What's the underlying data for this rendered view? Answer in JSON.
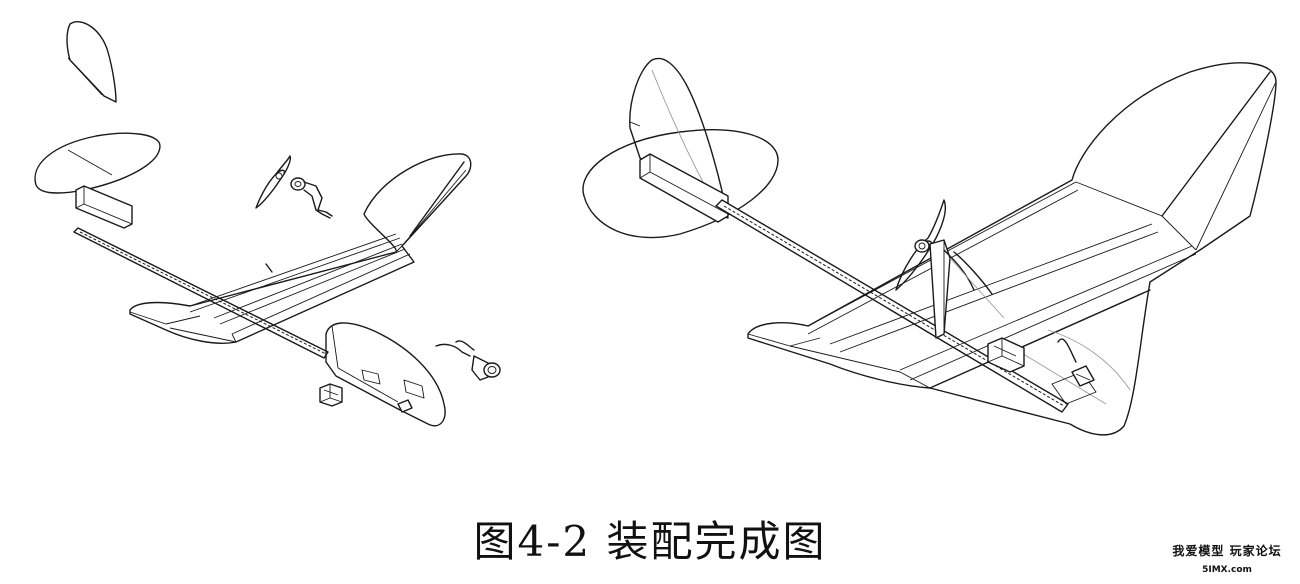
{
  "figure": {
    "caption": "图4-2 装配完成图",
    "watermark": {
      "line1": "我爱模型 玩家论坛",
      "line2": "5IMX.com"
    }
  },
  "views": [
    {
      "id": "exploded",
      "parts": [
        "vertical-fin",
        "horizontal-stabilizer",
        "stabilizer-mount",
        "propeller",
        "motor-mount",
        "fuselage-boom",
        "main-wing",
        "wing-root-plate",
        "servo",
        "motor"
      ]
    },
    {
      "id": "assembled",
      "parts": [
        "tail-assembly",
        "fuselage-boom",
        "main-wing",
        "propeller",
        "motor-pylon",
        "servo",
        "motor"
      ]
    }
  ],
  "colors": {
    "line": "#1a1a1a",
    "hidden-line": "#9a9a9a",
    "background": "#ffffff"
  }
}
